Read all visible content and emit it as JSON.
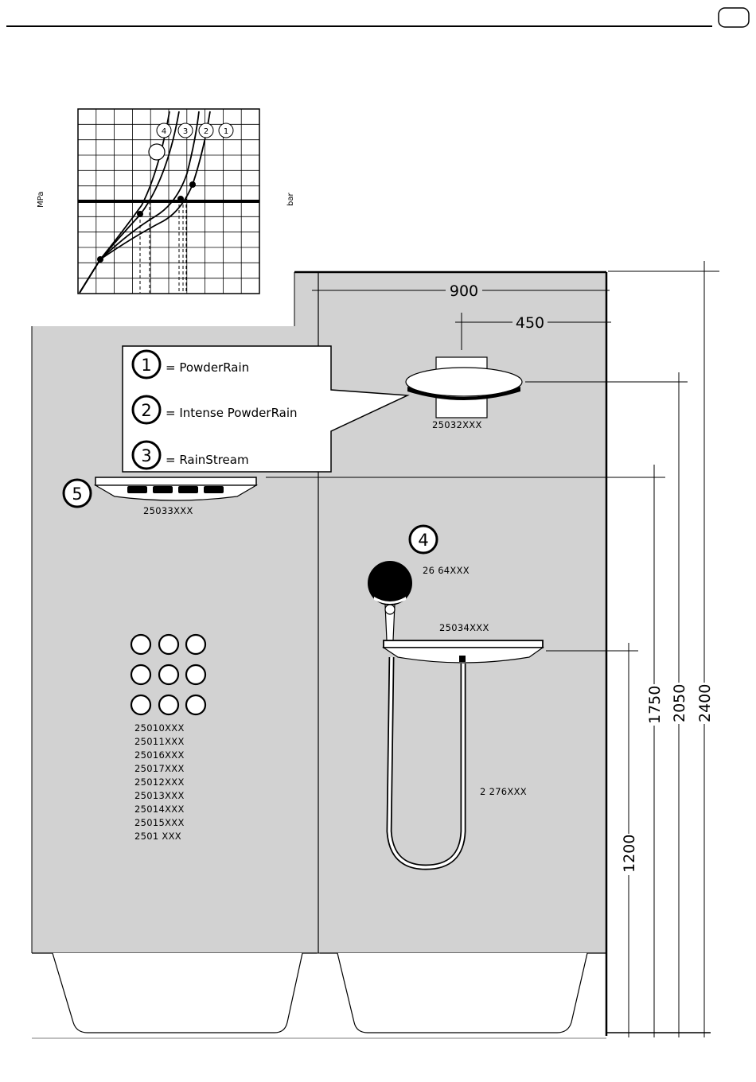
{
  "header": {
    "page_tab_icon": "page-tab"
  },
  "chart": {
    "unit_left": "MPa",
    "unit_right": "bar",
    "curve_markers": [
      "4",
      "3",
      "2",
      "1"
    ]
  },
  "legend": [
    {
      "number": "1",
      "text": "= PowderRain"
    },
    {
      "number": "2",
      "text": "= Intense PowderRain"
    },
    {
      "number": "3",
      "text": "= RainStream"
    }
  ],
  "products": {
    "overhead_shower": "25032XXX",
    "side_shower_number": "5",
    "side_shower": "25033XXX",
    "hand_shower_number": "4",
    "hand_shower": "26  64XXX",
    "shower_shelf": "25034XXX",
    "hose": "2  276XXX",
    "body_jets": [
      "25010XXX",
      "25011XXX",
      "25016XXX",
      "25017XXX",
      "25012XXX",
      "25013XXX",
      "25014XXX",
      "25015XXX",
      "2501  XXX"
    ]
  },
  "dimensions": {
    "width_total": "900",
    "width_half": "450",
    "h1": "1200",
    "h2": "1750",
    "h3": "2050",
    "h4": "2400"
  }
}
